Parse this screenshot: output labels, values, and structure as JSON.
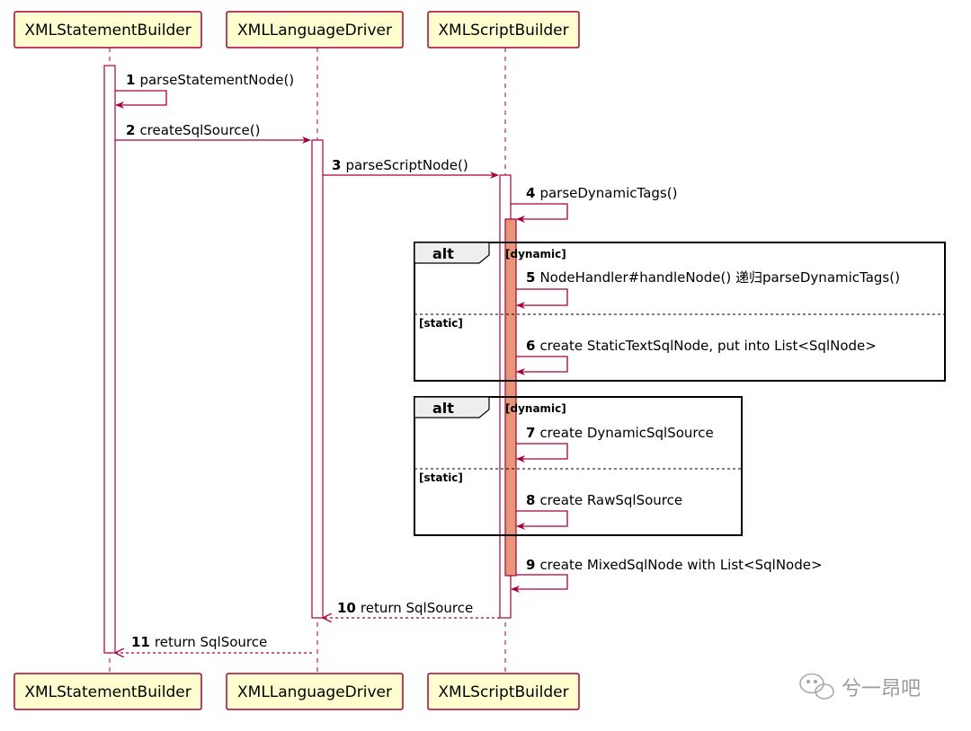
{
  "participants": [
    "XMLStatementBuilder",
    "XMLLanguageDriver",
    "XMLScriptBuilder"
  ],
  "messages": [
    {
      "num": "1",
      "text": "parseStatementNode()"
    },
    {
      "num": "2",
      "text": "createSqlSource()"
    },
    {
      "num": "3",
      "text": "parseScriptNode()"
    },
    {
      "num": "4",
      "text": "parseDynamicTags()"
    },
    {
      "num": "5",
      "text": "NodeHandler#handleNode() 递归parseDynamicTags()"
    },
    {
      "num": "6",
      "text": "create StaticTextSqlNode, put into List<SqlNode>"
    },
    {
      "num": "7",
      "text": "create DynamicSqlSource"
    },
    {
      "num": "8",
      "text": "create RawSqlSource"
    },
    {
      "num": "9",
      "text": "create MixedSqlNode with List<SqlNode>"
    },
    {
      "num": "10",
      "text": "return SqlSource"
    },
    {
      "num": "11",
      "text": "return SqlSource"
    }
  ],
  "fragments": [
    {
      "keyword": "alt",
      "guard_1": "[dynamic]",
      "guard_2": "[static]"
    },
    {
      "keyword": "alt",
      "guard_1": "[dynamic]",
      "guard_2": "[static]"
    }
  ],
  "watermark": "兮一昂吧",
  "colors": {
    "accent": "#a80036",
    "participant_fill": "#fefece",
    "nested_activation": "#e8967a"
  }
}
